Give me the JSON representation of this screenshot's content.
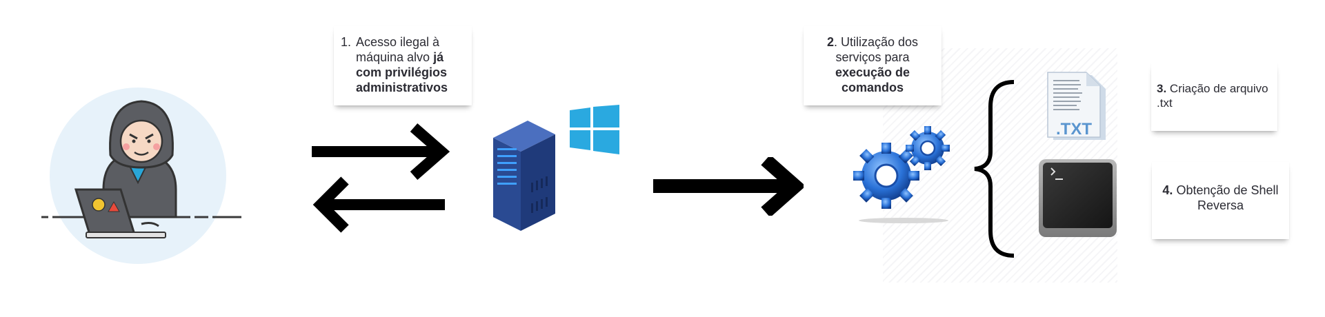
{
  "steps": {
    "step1": {
      "number": "1.",
      "text_regular": "Acesso ilegal à máquina alvo",
      "text_bold": "já com privilégios administrativos"
    },
    "step2": {
      "number": "2",
      "text_regular": ". Utilização dos serviços para",
      "text_bold": "execução de comandos"
    },
    "step3": {
      "number": "3.",
      "text_regular": "Criação de arquivo .txt"
    },
    "step4": {
      "number": "4.",
      "text_regular": "Obtenção de Shell Reversa"
    }
  },
  "file_icon": {
    "extension_label": ".TXT"
  },
  "colors": {
    "avatar_bg": "#e6f1f9",
    "hood": "#5b5d62",
    "shirt": "#29a6d8",
    "server": "#2d4f9a",
    "windows_logo": "#2aa9e0",
    "gears": "#2a72d8",
    "terminal": "#2a2a2a",
    "arrow": "#000000"
  },
  "icons": [
    "hacker-avatar",
    "server-icon",
    "windows-logo-icon",
    "gears-icon",
    "txt-file-icon",
    "terminal-icon"
  ]
}
